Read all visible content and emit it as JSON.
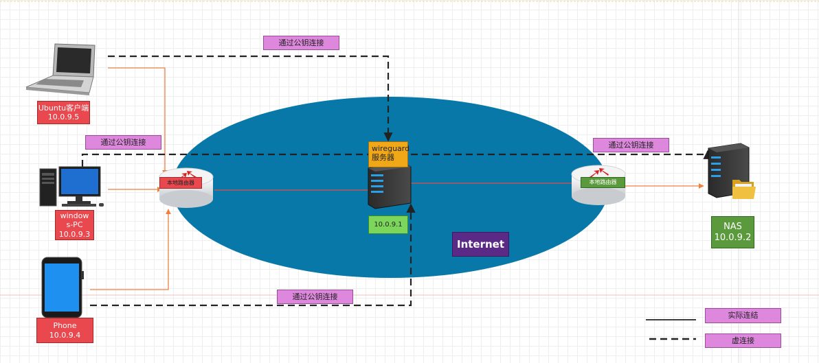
{
  "nodes": {
    "ubuntu_client": {
      "name": "Ubuntu客户端",
      "ip": "10.0.9.5"
    },
    "windows_pc": {
      "name": "windows-PC",
      "ip": "10.0.9.3"
    },
    "phone": {
      "name": "Phone",
      "ip": "10.0.9.4"
    },
    "router_local_left": {
      "name": "本地路由器"
    },
    "router_local_right": {
      "name": "本地路由器"
    },
    "wireguard_server": {
      "name": "wireguard 服务器",
      "ip": "10.0.9.1"
    },
    "nas": {
      "name": "NAS",
      "ip": "10.0.9.2"
    },
    "internet": {
      "name": "Internet"
    }
  },
  "edge_labels": {
    "top": "通过公钥连接",
    "left": "通过公钥连接",
    "right": "通过公钥连接",
    "bottom": "通过公钥连接"
  },
  "legend": {
    "solid": "实际连结",
    "dashed": "虚连接"
  },
  "colors": {
    "internet_ellipse": "#0878a8",
    "physical_link": "#f08040",
    "router_link": "#e05050",
    "virtual_link": "#222222"
  }
}
